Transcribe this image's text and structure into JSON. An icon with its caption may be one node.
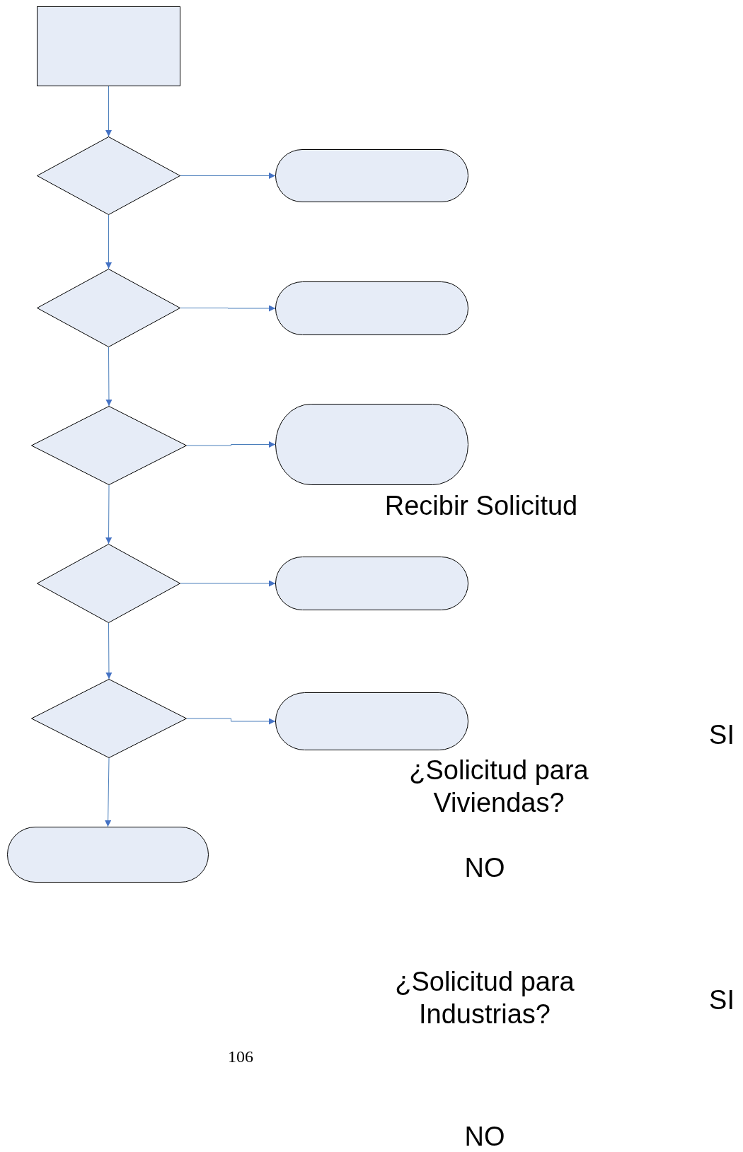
{
  "diagram": {
    "nodes": [
      {
        "text": [],
        "shape": "box"
      },
      {
        "text": [],
        "shape": "diamond"
      },
      {
        "text": [],
        "shape": "diamond"
      },
      {
        "text": [],
        "shape": "diamond"
      },
      {
        "text": [],
        "shape": "diamond"
      },
      {
        "text": [],
        "shape": "diamond"
      },
      {
        "text": [],
        "shape": "capsule"
      },
      {
        "text": [],
        "shape": "capsule"
      },
      {
        "text": [],
        "shape": "capsule"
      },
      {
        "text": [],
        "shape": "capsule"
      },
      {
        "text": [],
        "shape": "capsule"
      },
      {
        "text": [],
        "shape": "capsule"
      }
    ],
    "edges": [
      {
        "from": 0,
        "to": 1,
        "arrow": "to"
      },
      {
        "from": 1,
        "to": 6,
        "arrow": "to"
      },
      {
        "from": 1,
        "to": 2,
        "arrow": "to"
      },
      {
        "from": 2,
        "to": 7,
        "arrow": "to"
      },
      {
        "from": 2,
        "to": 3,
        "arrow": "to"
      },
      {
        "from": 3,
        "to": 8,
        "arrow": "to"
      },
      {
        "from": 3,
        "to": 4,
        "arrow": "to"
      },
      {
        "from": 4,
        "to": 9,
        "arrow": "to"
      },
      {
        "from": 4,
        "to": 5,
        "arrow": "to"
      },
      {
        "from": 5,
        "to": 10,
        "arrow": "to"
      },
      {
        "from": 5,
        "to": 11,
        "arrow": "to"
      }
    ],
    "labels": [
      "Recibir Solicitud",
      "¿Solicitud para Viviendas?",
      "SI",
      "NO",
      "¿Solicitud para Industrias?",
      "SI",
      "106",
      "NO"
    ]
  }
}
